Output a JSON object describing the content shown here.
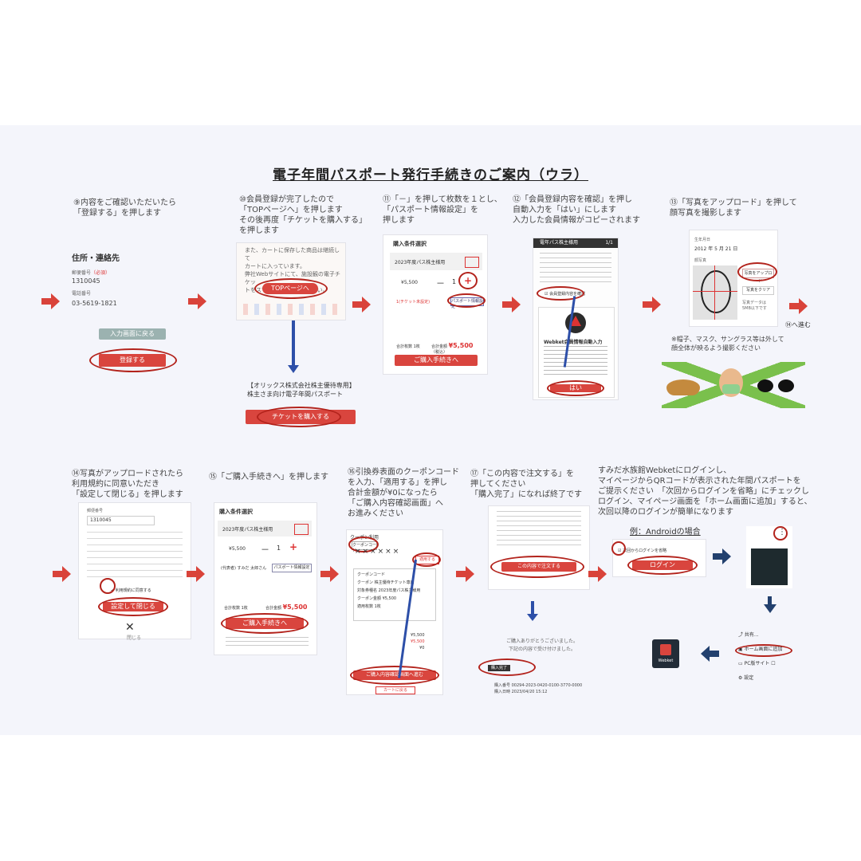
{
  "document": {
    "title": "電子年間パスポート発行手続きのご案内（ウラ）"
  },
  "steps": {
    "s9": "⑨内容をご確認いただいたら\n「登録する」を押します",
    "s10": "⑩会員登録が完了したので\n「TOPページへ」を押します\nその後再度「チケットを購入する」\nを押します",
    "s11": "⑪「－」を押して枚数を１とし、\n「パスポート情報設定」を\n押します",
    "s12": "⑫「会員登録内容を確認」を押し\n自動入力を「はい」にします\n入力した会員情報がコピーされます",
    "s13": "⑬「写真をアップロード」を押して\n顔写真を撮影します",
    "s14": "⑭写真がアップロードされたら\n利用規約に同意いただき\n「設定して閉じる」を押します",
    "s15": "⑮「ご購入手続きへ」を押します",
    "s16": "⑯引換券表面のクーポンコード\nを入力、「適用する」を押し\n合計金額が¥0になったら\n「ご購入内容確認画面」へ\nお進みください",
    "s17": "⑰「この内容で注文する」を\n押してください\n「購入完了」になれば終了です",
    "s18": "すみだ水族館Webketにログインし、\nマイページからQRコードが表示された年間パスポートを\nご提示ください　「次回からログインを省略」にチェックし\nログイン、マイページ画面を「ホーム画面に追加」すると、\n次回以降のログインが簡単になります"
  },
  "panel9": {
    "section_title": "住所・連絡先",
    "postal_label": "郵便番号",
    "required": "（必須）",
    "postal_value": "1310045",
    "phone_label": "電話番号",
    "phone_value": "03-5619-1821",
    "back_button": "入力画面に戻る",
    "register_button": "登録する"
  },
  "panel10": {
    "note": "また、カートに保存した商品は継続して\nカートに入っています。\n弊社Webサイトにて、施設観の電子チケッ\nトをスマートにご利用ください。",
    "top_button": "TOPページへ",
    "product_name": "【オリックス株式会社株主優待専用】株主さま向け電子年間パスポート",
    "buy_button": "チケットを購入する"
  },
  "panel11": {
    "header": "購入条件選択",
    "item": "2023年度パス株主様用",
    "price": "¥5,500",
    "qty": "1",
    "info_label": "1(チケット未設定)",
    "passport_btn": "パスポート情報設定",
    "total_label": "合計枚数",
    "total_count": "1枚",
    "amount_label": "合計金額",
    "amount": "¥5,500",
    "tax": "（税込）",
    "proceed": "ご購入手続きへ"
  },
  "panel12": {
    "header": "電年パス株主様用",
    "page": "1/1",
    "check_label": "会員登録内容を確認",
    "dialog_title": "Webket会員情報自動入力",
    "yes_button": "はい"
  },
  "panel13": {
    "birth_label": "生年月日",
    "year": "2012",
    "month": "5",
    "day": "21",
    "photo_label": "顔写真",
    "upload_button": "写真をアップロード",
    "clear_button": "写真をクリア",
    "size_note": "写真データは\n5MB以下です",
    "next_note": "⑭へ進む",
    "caution": "※帽子、マスク、サングラス等は外して\n顔全体が映るよう撮影ください"
  },
  "panel14": {
    "postal_label": "郵便番号",
    "postal_value": "1310045",
    "consent_check": "利用規約に同意する",
    "close_button": "設定して閉じる",
    "close_x_label": "閉じる"
  },
  "panel15": {
    "header": "購入条件選択",
    "item": "2023年度パス株主様用",
    "price": "¥5,500",
    "qty": "1",
    "name_line": "(代表者) すみだ 太郎さん",
    "passport_btn": "パスポート情報設定",
    "total_label": "合計枚数",
    "total_count": "1枚",
    "amount_label": "合計金額",
    "amount": "¥5,500",
    "proceed": "ご購入手続きへ"
  },
  "panel16": {
    "coupon_header": "クーポン利用",
    "coupon_placeholder": "クーポンコード",
    "masked": "××××××",
    "apply": "適用する",
    "coupon_code_label": "クーポンコード",
    "coupon_label": "クーポン",
    "coupon_name": "株主優待チケット専用",
    "target_label": "対象券種名",
    "target_value": "2023年度パス株主様用",
    "amount_label": "クーポン金額",
    "amount_value": "¥5,500",
    "count_label": "適用枚数",
    "count_value": "1枚",
    "sum1": "¥5,500",
    "sum2": "¥5,500",
    "sum3": "¥0",
    "confirm_button": "ご購入内容確認画面へ進む",
    "cart_button": "カートに戻る"
  },
  "panel17": {
    "order_button": "この内容で注文する",
    "thanks": "ご購入ありがとうございました。\n下記の内容で受け付けました。",
    "complete": "購入完了",
    "order_no_label": "購入番号",
    "order_no": "00294-2023-0420-0100-3770-0000",
    "date_label": "購入日時",
    "date_value": "2023/04/20 15:12"
  },
  "panel18": {
    "example": "例：Androidの場合",
    "skip_login": "次回からログインを省略",
    "login_button": "ログイン",
    "menu_share": "共有...",
    "menu_add_home": "ホーム画面に追加",
    "menu_pc": "PC版サイト",
    "menu_settings": "設定",
    "app_label": "Webket"
  },
  "colors": {
    "accent_red": "#d9453e",
    "circle_red": "#b3231c",
    "arrow_navy": "#22406e",
    "arrow_blue": "#2d4fa8"
  }
}
